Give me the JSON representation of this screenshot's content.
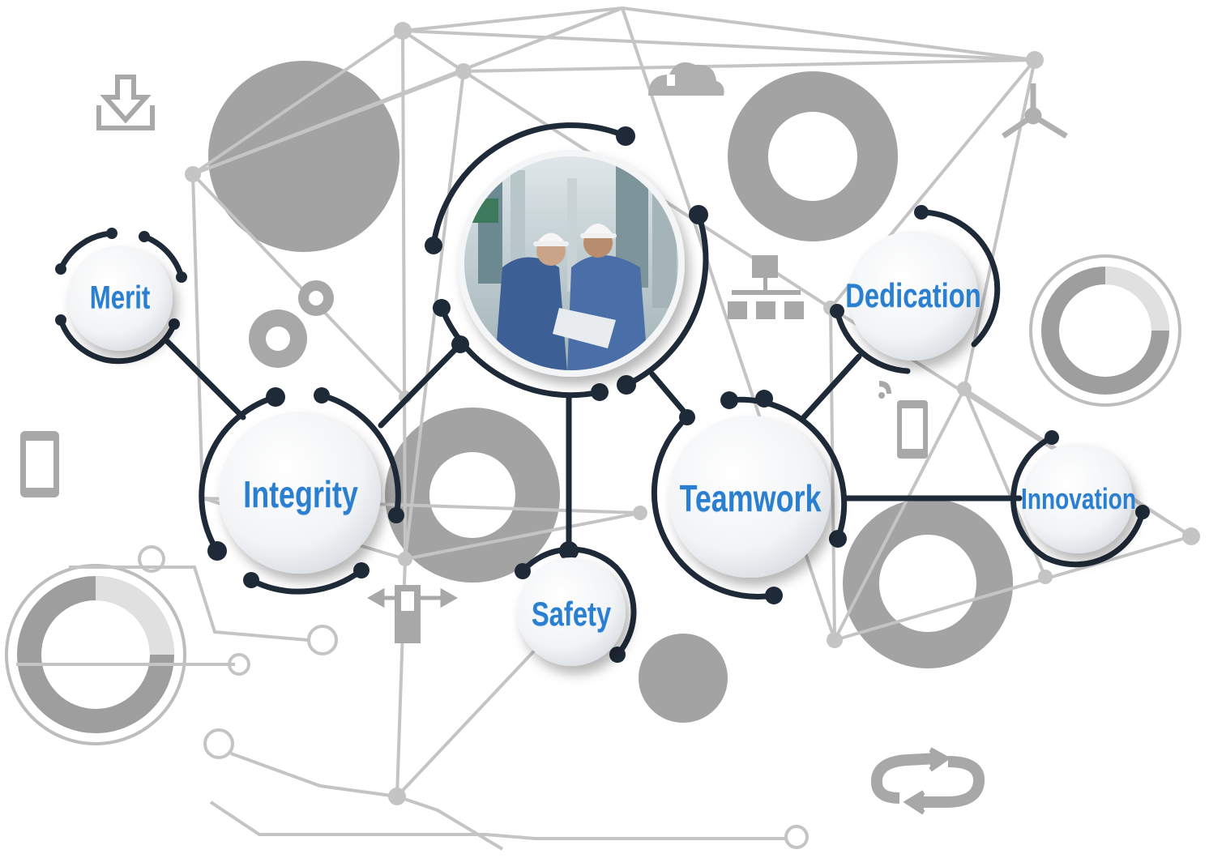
{
  "nodes": {
    "merit": "Merit",
    "integrity": "Integrity",
    "safety": "Safety",
    "teamwork": "Teamwork",
    "dedication": "Dedication",
    "innovation": "Innovation"
  },
  "photo": {
    "subject": "two engineers in hard hats at a plant"
  },
  "icons": [
    "download-icon",
    "cloud-upload-icon",
    "gear-icon",
    "network-icon",
    "sitemap-icon",
    "mobile-phone-icon",
    "rss-icon",
    "swap-arrows-icon",
    "loop-arrows-icon",
    "tablet-icon"
  ],
  "colors": {
    "label": "#2a7fd0",
    "connector": "#1f2a38",
    "background_shapes": "#a3a3a3",
    "mesh": "#c4c4c4"
  }
}
